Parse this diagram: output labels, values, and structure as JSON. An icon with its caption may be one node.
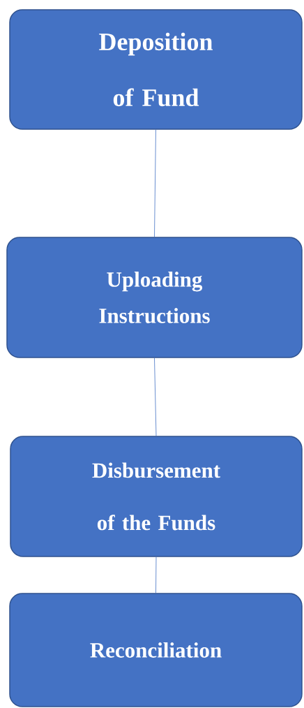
{
  "diagram": {
    "nodes": [
      {
        "text": [
          "Deposition of Fund"
        ]
      },
      {
        "text": [
          "Uploading Instructions"
        ]
      },
      {
        "text": [
          "Disbursement of the Funds"
        ]
      },
      {
        "text": [
          "Reconciliation"
        ]
      }
    ],
    "edges": [
      {
        "from": 0,
        "to": 1,
        "arrow": "none"
      },
      {
        "from": 1,
        "to": 2,
        "arrow": "none"
      },
      {
        "from": 2,
        "to": 3,
        "arrow": "none"
      }
    ]
  }
}
